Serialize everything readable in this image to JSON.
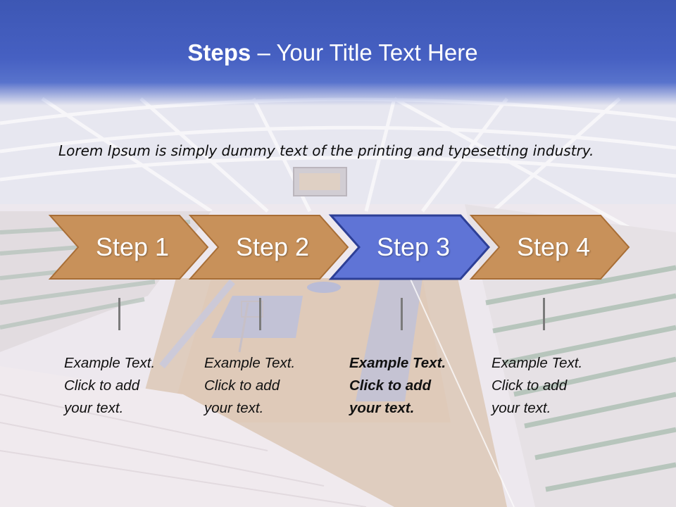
{
  "title": {
    "strong": "Steps",
    "rest": "– Your Title Text Here"
  },
  "subtitle": "Lorem Ipsum is simply dummy text of the printing and typesetting industry.",
  "steps": [
    {
      "label": "Step 1",
      "note": [
        "Example Text.",
        "Click  to add",
        "your text."
      ],
      "highlighted": false
    },
    {
      "label": "Step 2",
      "note": [
        "Example Text.",
        "Click  to add",
        "your text."
      ],
      "highlighted": false
    },
    {
      "label": "Step 3",
      "note": [
        "Example Text.",
        "Click  to add",
        "your text."
      ],
      "highlighted": true
    },
    {
      "label": "Step 4",
      "note": [
        "Example Text.",
        "Click  to add",
        "your text."
      ],
      "highlighted": false
    }
  ],
  "colors": {
    "title_band": "#4660c2",
    "step_fill": "#c8915a",
    "step_stroke": "#a86e36",
    "active_fill": "#5f74d6",
    "active_stroke": "#2d3f96"
  }
}
